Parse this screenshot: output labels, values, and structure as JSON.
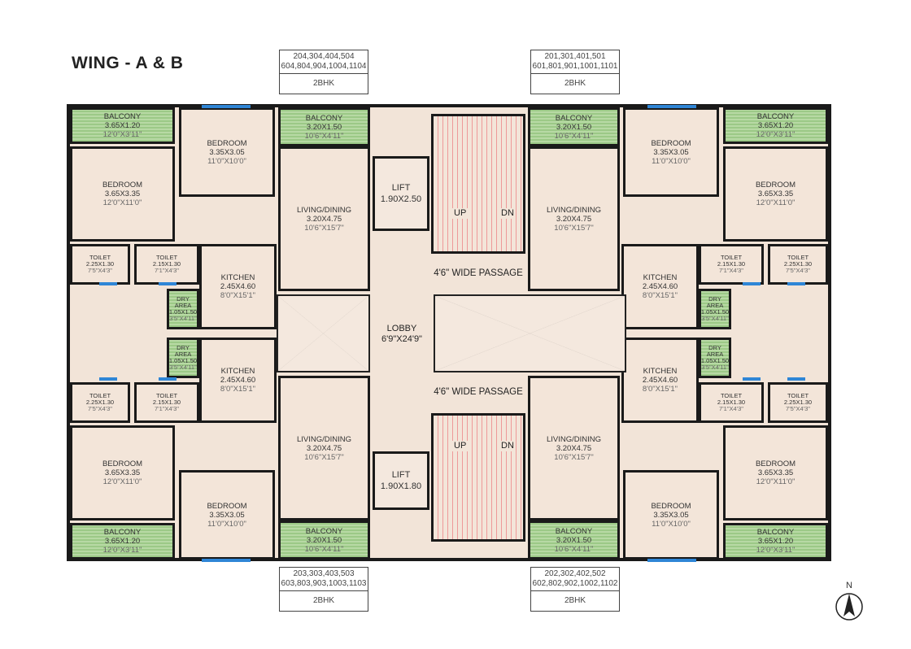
{
  "title": "WING - A & B",
  "units": {
    "top_left": {
      "line1": "204,304,404,504",
      "line2": "604,804,904,1004,1104",
      "type": "2BHK"
    },
    "top_right": {
      "line1": "201,301,401,501",
      "line2": "601,801,901,1001,1101",
      "type": "2BHK"
    },
    "bottom_left": {
      "line1": "203,303,403,503",
      "line2": "603,803,903,1003,1103",
      "type": "2BHK"
    },
    "bottom_right": {
      "line1": "202,302,402,502",
      "line2": "602,802,902,1002,1102",
      "type": "2BHK"
    }
  },
  "flat": {
    "balcony_large": {
      "name": "BALCONY",
      "metric": "3.65X1.20",
      "imperial": "12'0\"X3'11\""
    },
    "bedroom_small": {
      "name": "BEDROOM",
      "metric": "3.35X3.05",
      "imperial": "11'0\"X10'0\""
    },
    "balcony_small": {
      "name": "BALCONY",
      "metric": "3.20X1.50",
      "imperial": "10'6\"X4'11\""
    },
    "bedroom_large": {
      "name": "BEDROOM",
      "metric": "3.65X3.35",
      "imperial": "12'0\"X11'0\""
    },
    "toilet_a": {
      "name": "TOILET",
      "metric": "2.25X1.30",
      "imperial": "7'5\"X4'3\""
    },
    "toilet_b": {
      "name": "TOILET",
      "metric": "2.15X1.30",
      "imperial": "7'1\"X4'3\""
    },
    "kitchen": {
      "name": "KITCHEN",
      "metric": "2.45X4.60",
      "imperial": "8'0\"X15'1\""
    },
    "living": {
      "name": "LIVING/DINING",
      "metric": "3.20X4.75",
      "imperial": "10'6\"X15'7\""
    },
    "dry_area": {
      "name": "DRY AREA",
      "metric": "1.05X1.50",
      "imperial": "3'5\"X4'11\""
    }
  },
  "core": {
    "lift_top": {
      "name": "LIFT",
      "size": "1.90X2.50"
    },
    "lift_bottom": {
      "name": "LIFT",
      "size": "1.90X1.80"
    },
    "stairs_up": "UP",
    "stairs_down": "DN",
    "passage": "4'6\" WIDE PASSAGE",
    "lobby": {
      "name": "LOBBY",
      "size": "6'9\"X24'9\""
    }
  },
  "north": "N",
  "colors": {
    "balcony": "#a6d08a",
    "floor": "#f3e5d9",
    "wall": "#1a1a1a",
    "window": "#2f86d6",
    "stairs": "#e88"
  }
}
